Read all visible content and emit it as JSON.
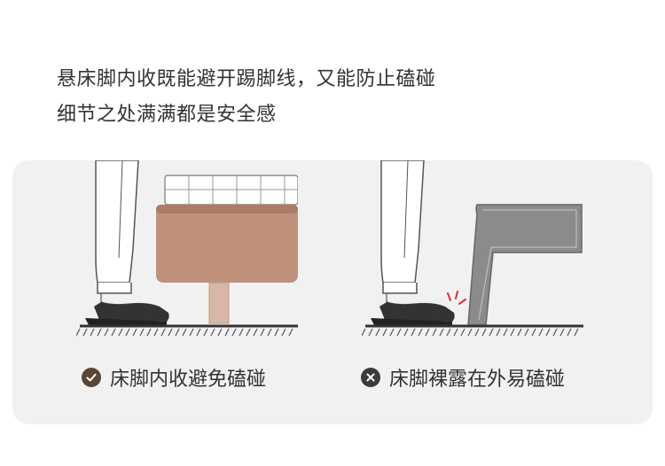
{
  "heading": {
    "line1": "悬床脚内收既能避开踢脚线，又能防止磕碰",
    "line2": "细节之处满满都是安全感"
  },
  "comparison": {
    "good": {
      "label": "床脚内收避免磕碰",
      "icon": "check-circle-icon"
    },
    "bad": {
      "label": "床脚裸露在外易磕碰",
      "icon": "x-circle-icon"
    }
  },
  "colors": {
    "bed_brown": "#bf917b",
    "bed_leg": "#d7b8a8",
    "check_badge": "#5a4637",
    "cross_badge": "#3b3b3b",
    "impact_red": "#d8352e",
    "bed_gray": "#8b8b8b"
  }
}
